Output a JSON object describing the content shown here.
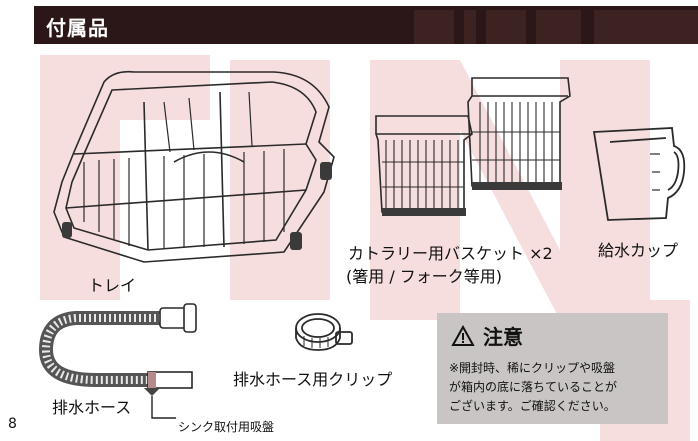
{
  "header": {
    "title": "付属品"
  },
  "items": {
    "tray": {
      "label": "トレイ"
    },
    "basket": {
      "label_line1": "カトラリー用バスケット ×2",
      "label_line2": "(箸用 / フォーク等用)"
    },
    "cup": {
      "label": "給水カップ"
    },
    "hose": {
      "label": "排水ホース",
      "sub_label": "シンク取付用吸盤"
    },
    "clip": {
      "label": "排水ホース用クリップ"
    }
  },
  "caution": {
    "title": "注意",
    "line1": "※開封時、稀にクリップや吸盤",
    "line2": "が箱内の底に落ちていることが",
    "line3": "ございます。ご確認ください。"
  },
  "page": {
    "number": "8"
  },
  "colors": {
    "header_bg": "#2b1717",
    "watermark": "#f6dcdc",
    "caution_bg": "#c9c5c4"
  },
  "icons": {
    "caution": "warning-triangle-icon"
  }
}
